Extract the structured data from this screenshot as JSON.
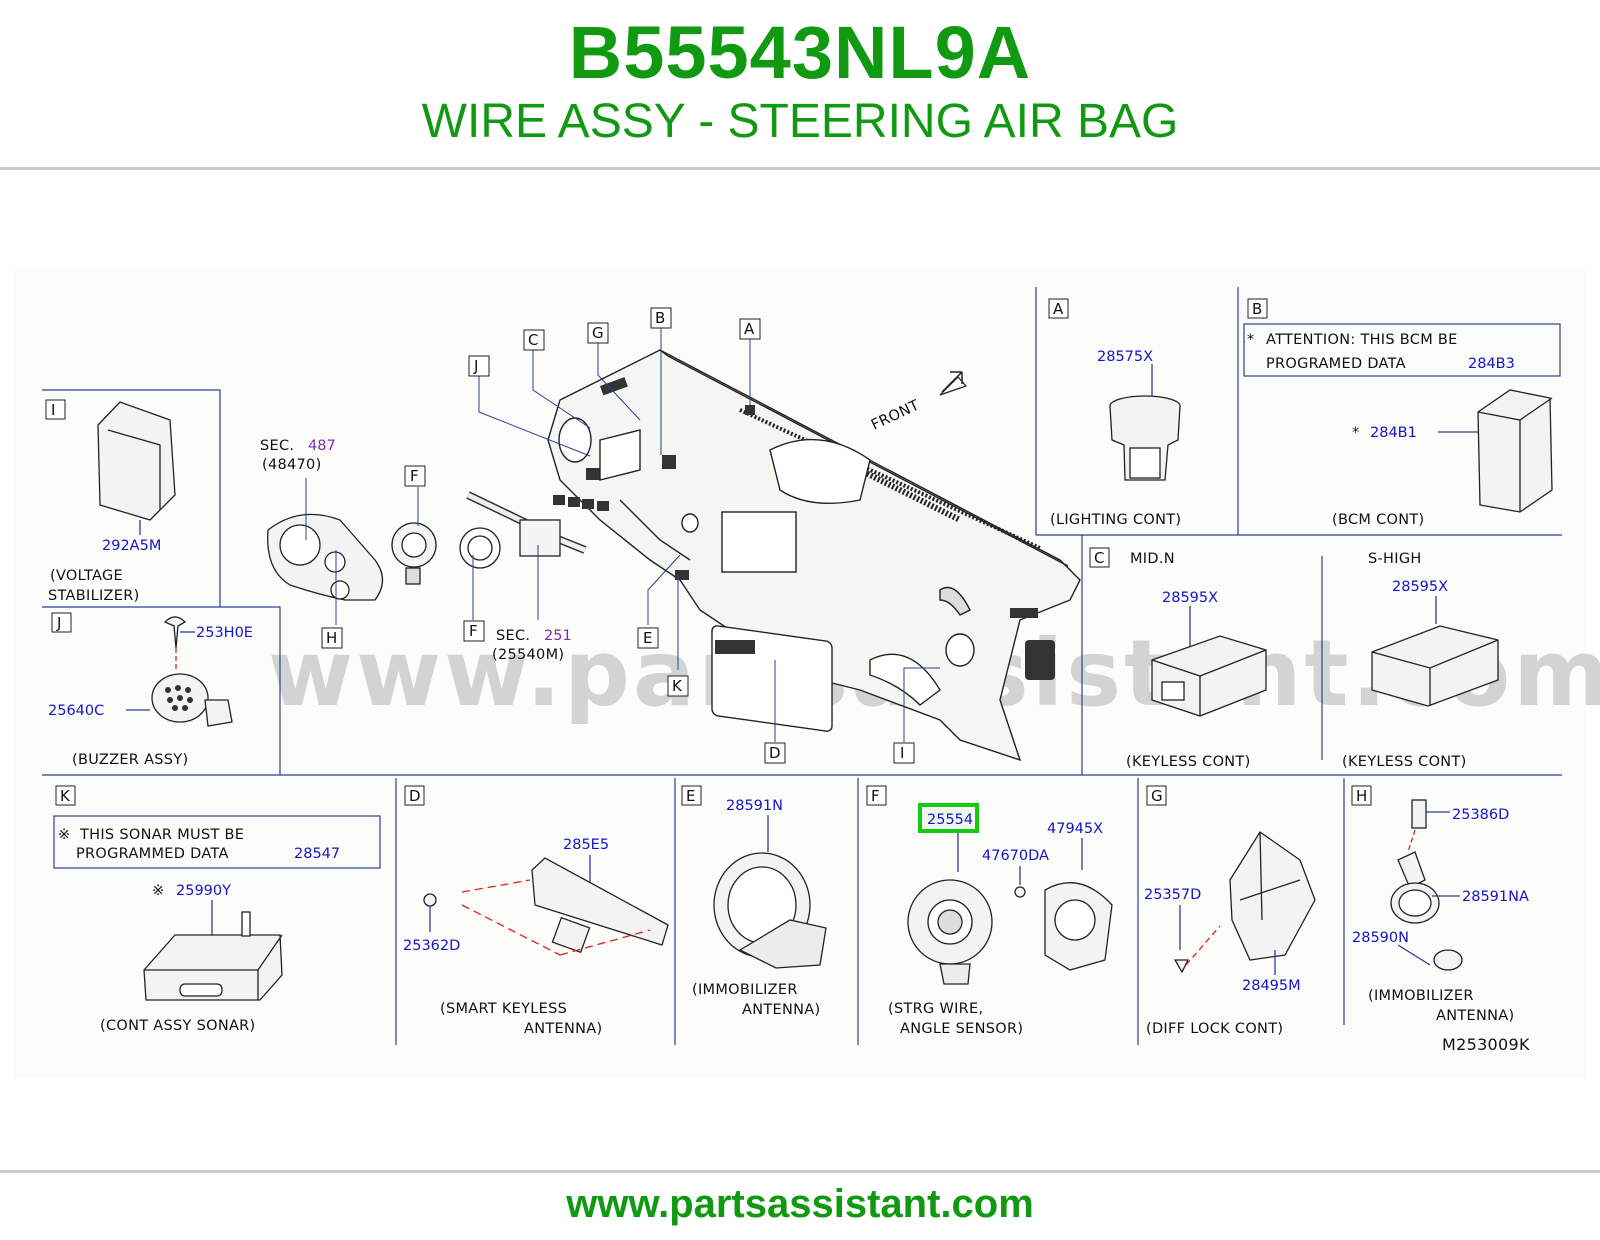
{
  "header": {
    "part_number": "B55543NL9A",
    "part_name": "WIRE ASSY - STEERING AIR BAG"
  },
  "footer": {
    "url": "www.partsassistant.com"
  },
  "diagram": {
    "watermark": "www.partsassistant.com",
    "diagram_code": "M253009K",
    "highlight_color": "#11cc11",
    "main": {
      "front_label": "FRONT",
      "sec_487_prefix": "SEC.",
      "sec_487_num": "487",
      "sec_487_sub": "(48470)",
      "sec_251_prefix": "SEC.",
      "sec_251_num": "251",
      "sec_251_sub": "(25540M)",
      "callouts": [
        "A",
        "B",
        "C",
        "G",
        "J",
        "F",
        "H",
        "F",
        "E",
        "K",
        "D",
        "I"
      ]
    },
    "panel_I": {
      "letter": "I",
      "part": "292A5M",
      "caption1": "(VOLTAGE",
      "caption2": "STABILIZER)"
    },
    "panel_J": {
      "letter": "J",
      "part_a": "253H0E",
      "part_b": "25640C",
      "caption": "(BUZZER ASSY)"
    },
    "panel_A": {
      "letter": "A",
      "part": "28575X",
      "caption": "(LIGHTING CONT)"
    },
    "panel_B": {
      "letter": "B",
      "note_star": "*",
      "note1": "ATTENTION: THIS BCM BE",
      "note2": "PROGRAMED DATA",
      "note_part": "284B3",
      "star": "*",
      "part": "284B1",
      "caption": "(BCM CONT)"
    },
    "panel_C": {
      "letter": "C",
      "left_title": "MID.N",
      "right_title": "S-HIGH",
      "left_part": "28595X",
      "right_part": "28595X",
      "left_caption": "(KEYLESS CONT)",
      "right_caption": "(KEYLESS CONT)"
    },
    "panel_K": {
      "letter": "K",
      "note_mark": "※",
      "note1": "THIS SONAR MUST BE",
      "note2": "PROGRAMMED DATA",
      "note_part": "28547",
      "part_mark": "※",
      "part": "25990Y",
      "caption": "(CONT ASSY SONAR)"
    },
    "panel_D": {
      "letter": "D",
      "part_a": "285E5",
      "part_b": "25362D",
      "caption1": "(SMART KEYLESS",
      "caption2": "ANTENNA)"
    },
    "panel_E": {
      "letter": "E",
      "part": "28591N",
      "caption1": "(IMMOBILIZER",
      "caption2": "ANTENNA)"
    },
    "panel_F": {
      "letter": "F",
      "highlighted_part": "25554",
      "part_b": "47945X",
      "part_c": "47670DA",
      "caption1": "(STRG WIRE,",
      "caption2": "ANGLE SENSOR)"
    },
    "panel_G": {
      "letter": "G",
      "part_a": "25357D",
      "part_b": "28495M",
      "caption": "(DIFF LOCK CONT)"
    },
    "panel_H": {
      "letter": "H",
      "part_a": "25386D",
      "part_b": "28591NA",
      "part_c": "28590N",
      "caption1": "(IMMOBILIZER",
      "caption2": "ANTENNA)"
    }
  }
}
